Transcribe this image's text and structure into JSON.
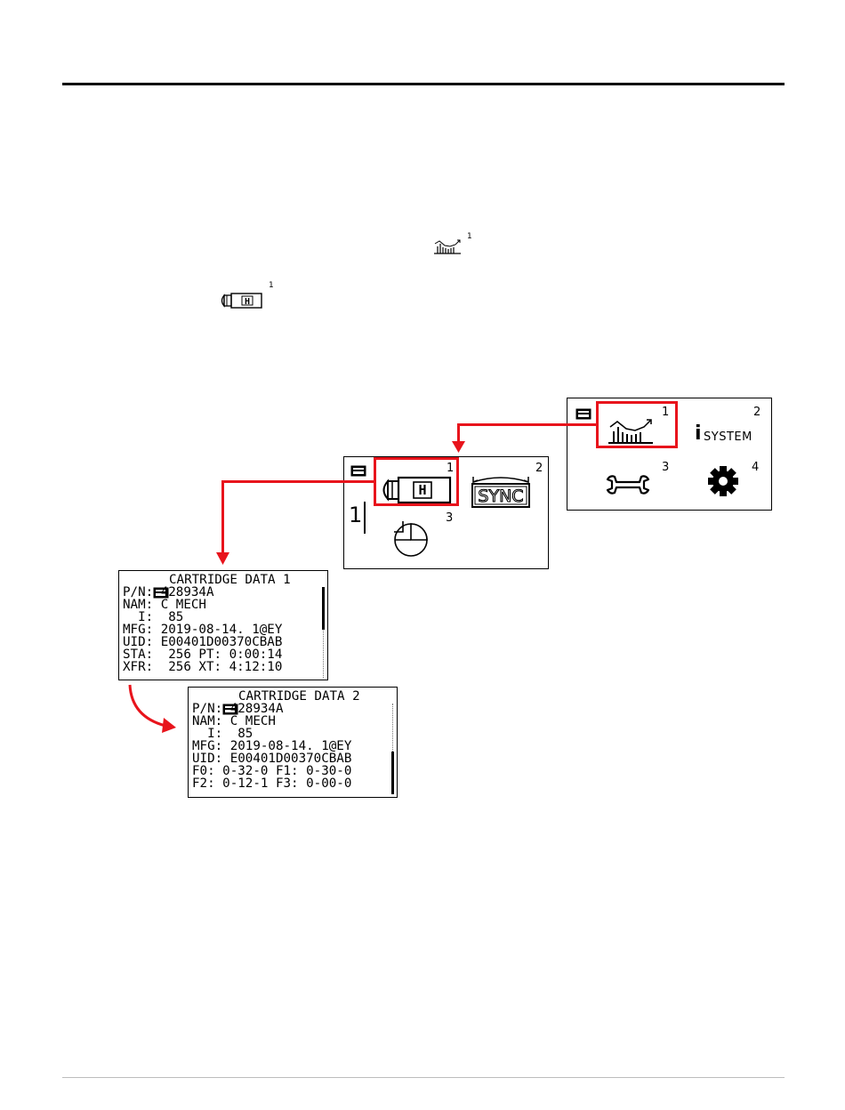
{
  "inline_refs": {
    "trend_icon_sup": "1",
    "cartridge_icon_sup": "1"
  },
  "main_menu": {
    "items": [
      {
        "number": "1",
        "icon": "trend-chart-icon"
      },
      {
        "number": "2",
        "icon": "info-icon",
        "label": "SYSTEM"
      },
      {
        "number": "3",
        "icon": "wrench-icon"
      },
      {
        "number": "4",
        "icon": "gear-icon"
      }
    ],
    "status_icon": "cartridge-status-icon"
  },
  "trend_menu": {
    "items": [
      {
        "number": "1",
        "icon": "cartridge-icon"
      },
      {
        "number": "2",
        "icon": "sync-icon",
        "label": "SYNC"
      },
      {
        "number": "3",
        "icon": "pie-chart-icon"
      }
    ],
    "side_indicator": "1",
    "status_icon": "cartridge-status-icon"
  },
  "cartridge_data_1": {
    "title": "CARTRIDGE DATA 1",
    "rows": [
      "P/N: 428934A",
      "NAM: C MECH",
      "  I:  85",
      "MFG: 2019-08-14. 1@EY",
      "UID: E00401D00370CBAB",
      "STA:  256 PT: 0:00:14",
      "XFR:  256 XT: 4:12:10"
    ]
  },
  "cartridge_data_2": {
    "title": "CARTRIDGE DATA 2",
    "rows": [
      "P/N: 428934A",
      "NAM: C MECH",
      "  I:  85",
      "MFG: 2019-08-14. 1@EY",
      "UID: E00401D00370CBAB",
      "F0: 0-32-0 F1: 0-30-0",
      "F2: 0-12-1 F3: 0-00-0"
    ]
  },
  "colors": {
    "highlight": "#e8141c"
  }
}
